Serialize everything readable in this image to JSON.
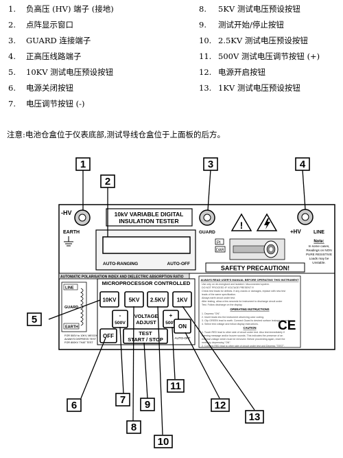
{
  "legend": [
    {
      "num": "1.",
      "text": "负高压 (HV) 端子 (接地)"
    },
    {
      "num": "2.",
      "text": "点阵显示窗口"
    },
    {
      "num": "3.",
      "text": "GUARD 连接端子"
    },
    {
      "num": "4.",
      "text": "正高压线路端子"
    },
    {
      "num": "5.",
      "text": "10KV 测试电压预设按钮"
    },
    {
      "num": "6.",
      "text": "电源关闭按钮"
    },
    {
      "num": "7.",
      "text": "电压调节按钮 (-)"
    },
    {
      "num": "8.",
      "text": "5KV 测试电压预设按钮"
    },
    {
      "num": "9.",
      "text": "测试开始/停止按钮"
    },
    {
      "num": "10.",
      "text": "2.5KV 测试电压预设按钮"
    },
    {
      "num": "11.",
      "text": "500V 测试电压调节按钮 (+)"
    },
    {
      "num": "12.",
      "text": "电源开启按钮"
    },
    {
      "num": "13.",
      "text": "1KV 测试电压预设按钮"
    }
  ],
  "note": "注意:电池仓盒位于仪表底部,测试导线仓盒位于上面板的后方。",
  "panel": {
    "hv_label": "-HV",
    "earth_label": "EARTH",
    "title_line1": "10kV VARIABLE DIGITAL",
    "title_line2": "INSULATION TESTER",
    "auto_ranging": "AUTO-RANGING",
    "auto_off": "AUTO-OFF",
    "guard_label": "GUARD",
    "plus_hv_label": "+HV",
    "line_label": "LINE",
    "safety": "SAFETY PRECAUTION!",
    "pi_label": "PI",
    "dar_label": "DAR",
    "note_heading": "Note:",
    "note_text": [
      "In some cases,",
      "Readings on NON",
      "PURE RESISTIVE",
      "Loads may be",
      "Unstable."
    ],
    "strip_label": "AUTOMATIC POLARISATION INDEX AND DIELECTRIC ABSORPTION RATIO",
    "micro_title": "MICROPROCESSOR CONTROLLED",
    "btn_10kv": "10KV",
    "btn_5kv": "5KV",
    "btn_2_5kv": "2.5KV",
    "btn_1kv": "1KV",
    "btn_minus_sym": "-",
    "btn_minus_val": "500V",
    "voltage_adjust_1": "VOLTAGE",
    "voltage_adjust_2": "ADJUST",
    "btn_plus_sym": "+",
    "btn_plus_val": "500V",
    "btn_off": "OFF",
    "test_line1": "TEST",
    "test_line2": "START / STOP",
    "btn_on": "ON",
    "auto_off_small": "AUTO-OFF",
    "side_labels": [
      "LINE",
      "GUARD",
      "EARTH"
    ],
    "instructions_title": "ALWAYS READ USER'S MANUAL BEFORE OPERATING THIS INSTRUMENT",
    "operating_title": "OPERATING INSTRUCTIONS",
    "caution_title": "CAUTION",
    "ce_mark": "CE"
  },
  "callouts": [
    "1",
    "2",
    "3",
    "4",
    "5",
    "6",
    "7",
    "8",
    "9",
    "10",
    "11",
    "12",
    "13"
  ]
}
